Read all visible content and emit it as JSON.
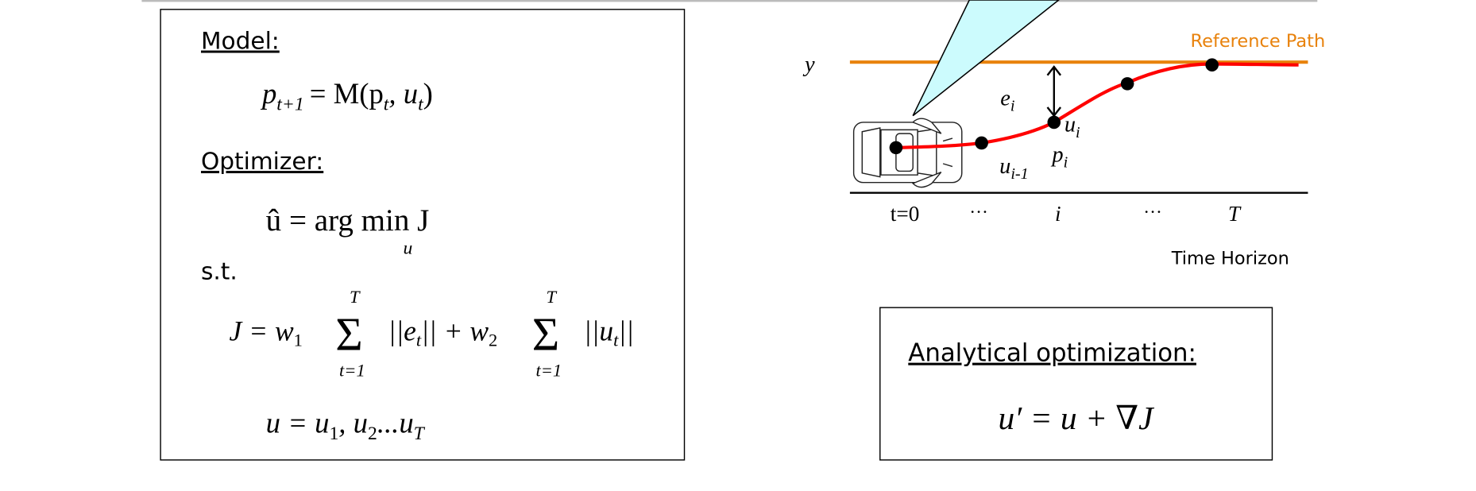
{
  "left_panel": {
    "model_heading": "Model:",
    "model_eq": {
      "lhs": "p",
      "lhs_sub": "t+1",
      "rhs": "= M(p",
      "rhs_sub1": "t",
      "mid": ", u",
      "rhs_sub2": "t",
      "close": ")"
    },
    "optimizer_heading": "Optimizer:",
    "argmin_eq": {
      "text": "û = arg min J",
      "under": "u"
    },
    "st_label": "s.t.",
    "cost_eq": {
      "j": "J = w",
      "w1_sub": "1",
      "sum": "Σ",
      "sum_top": "T",
      "sum_bottom": "t=1",
      "term1": "||e",
      "term1_sub": "t",
      "term1_end": "|| + w",
      "w2_sub": "2",
      "term2": "||u",
      "term2_sub": "t",
      "term2_end": "||"
    },
    "u_eq": {
      "a": "u = u",
      "s1": "1",
      "b": ", u",
      "s2": "2",
      "c": "...u",
      "s3": "T"
    }
  },
  "diagram": {
    "y_label": "y",
    "reference_label": "Reference Path",
    "e_label": "e",
    "e_sub": "i",
    "u_label": "u",
    "u_sub": "i",
    "p_label": "p",
    "p_sub": "i",
    "uprev_label": "u",
    "uprev_sub": "i-1",
    "ticks": [
      "t=0",
      "···",
      "i",
      "···",
      "T"
    ],
    "time_horizon": "Time Horizon",
    "colors": {
      "reference": "#e8820c",
      "trajectory": "#ff0000",
      "cone": "#ccfbfd"
    }
  },
  "right_panel": {
    "heading": "Analytical optimization:",
    "eq": "u′ = u + ∇J"
  }
}
